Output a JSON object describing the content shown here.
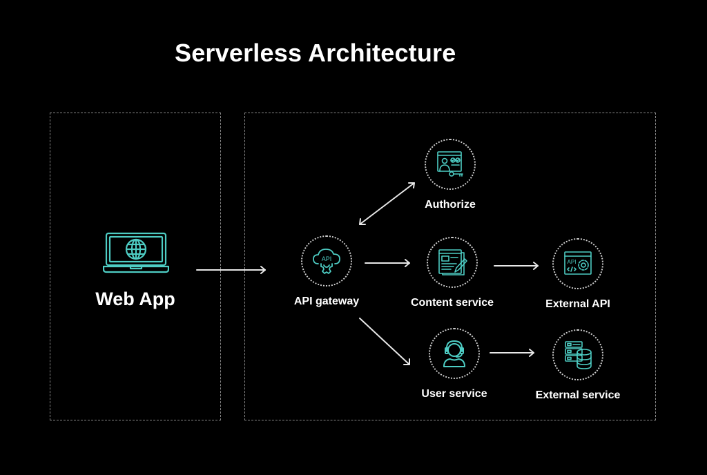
{
  "title": "Serverless Architecture",
  "colors": {
    "background": "#000000",
    "icon": "#4ecdc4",
    "text": "#ffffff",
    "border": "#8a8a8a"
  },
  "client": {
    "label": "Web App",
    "icon": "laptop-globe-icon"
  },
  "nodes": [
    {
      "id": "api-gateway",
      "label": "API gateway",
      "icon": "api-cloud-gear-icon"
    },
    {
      "id": "authorize",
      "label": "Authorize",
      "icon": "user-key-icon"
    },
    {
      "id": "content-service",
      "label": "Content service",
      "icon": "document-edit-icon"
    },
    {
      "id": "external-api",
      "label": "External API",
      "icon": "api-code-gear-icon"
    },
    {
      "id": "user-service",
      "label": "User service",
      "icon": "headset-user-icon"
    },
    {
      "id": "external-service",
      "label": "External service",
      "icon": "server-database-icon"
    }
  ],
  "edges": [
    {
      "from": "web-app",
      "to": "api-gateway",
      "direction": "one-way"
    },
    {
      "from": "api-gateway",
      "to": "authorize",
      "direction": "two-way"
    },
    {
      "from": "api-gateway",
      "to": "content-service",
      "direction": "one-way"
    },
    {
      "from": "content-service",
      "to": "external-api",
      "direction": "one-way"
    },
    {
      "from": "api-gateway",
      "to": "user-service",
      "direction": "one-way"
    },
    {
      "from": "user-service",
      "to": "external-service",
      "direction": "one-way"
    }
  ]
}
